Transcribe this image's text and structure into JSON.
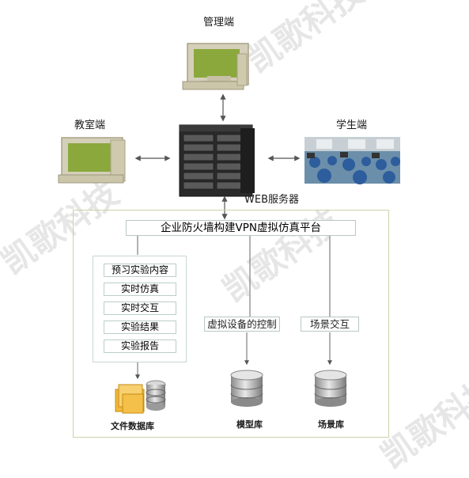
{
  "nodes": {
    "admin": "管理端",
    "classroom": "教室端",
    "student": "学生端",
    "server": "WEB服务器"
  },
  "platform": {
    "title": "企业防火墙构建VPN虚拟仿真平台",
    "menu": [
      "预习实验内容",
      "实时仿真",
      "实时交互",
      "实验结果",
      "实验报告"
    ],
    "virtual_control": "虚拟设备的控制",
    "scene_interact": "场景交互"
  },
  "databases": {
    "files": "文件数据库",
    "model": "模型库",
    "scene": "场景库"
  },
  "watermark": "凯歌科技",
  "colors": {
    "monitor_frame": "#c9c3a8",
    "monitor_screen": "#8aa83a",
    "server": "#2b2b2b",
    "panel_border": "#c9d4a9"
  }
}
